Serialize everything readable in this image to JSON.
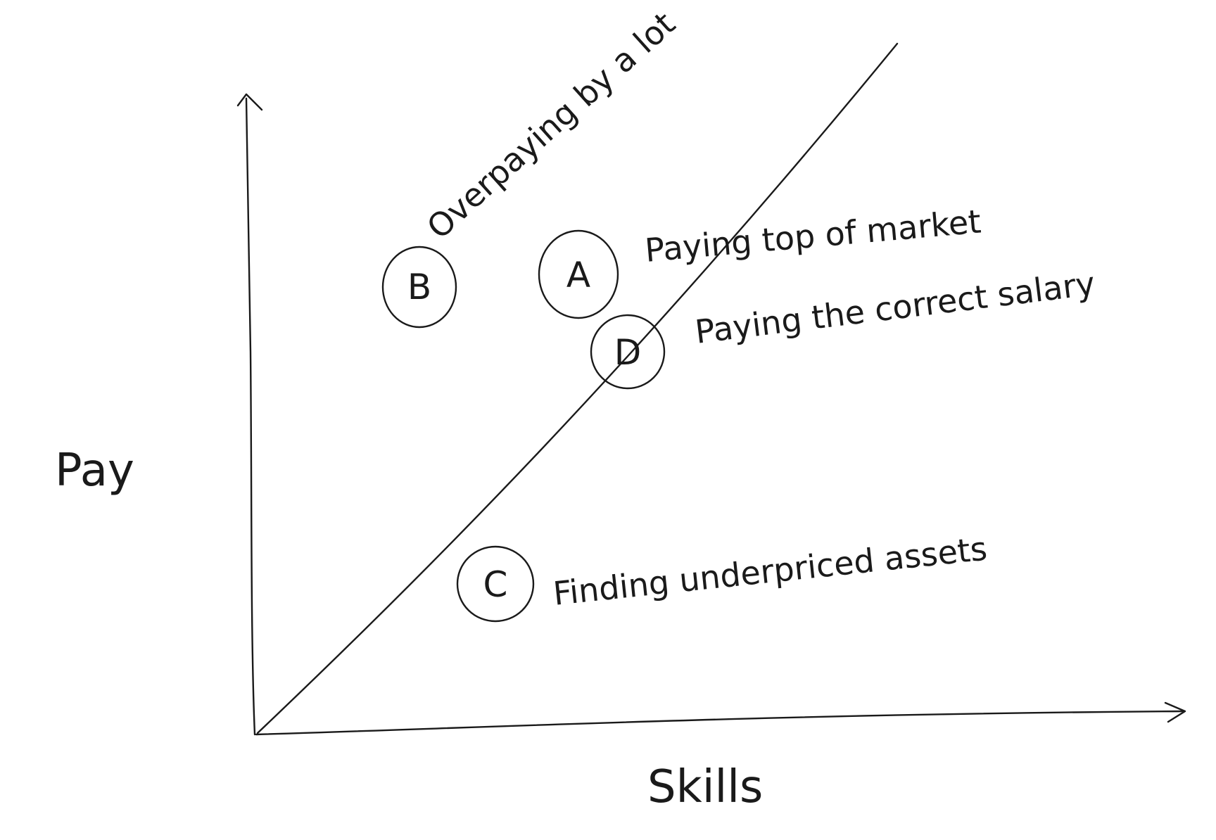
{
  "diagram": {
    "axes": {
      "y_label": "Pay",
      "x_label": "Skills"
    },
    "markers": [
      {
        "id": "b",
        "letter": "B"
      },
      {
        "id": "a",
        "letter": "A"
      },
      {
        "id": "d",
        "letter": "D"
      },
      {
        "id": "c",
        "letter": "C"
      }
    ],
    "annotations": {
      "overpaying": "Overpaying by a lot",
      "top_of_market": "Paying top of market",
      "correct_salary": "Paying the correct salary",
      "underpriced": "Finding underpriced assets"
    },
    "ink_color": "#1a1a1a",
    "background_color": "#ffffff"
  }
}
